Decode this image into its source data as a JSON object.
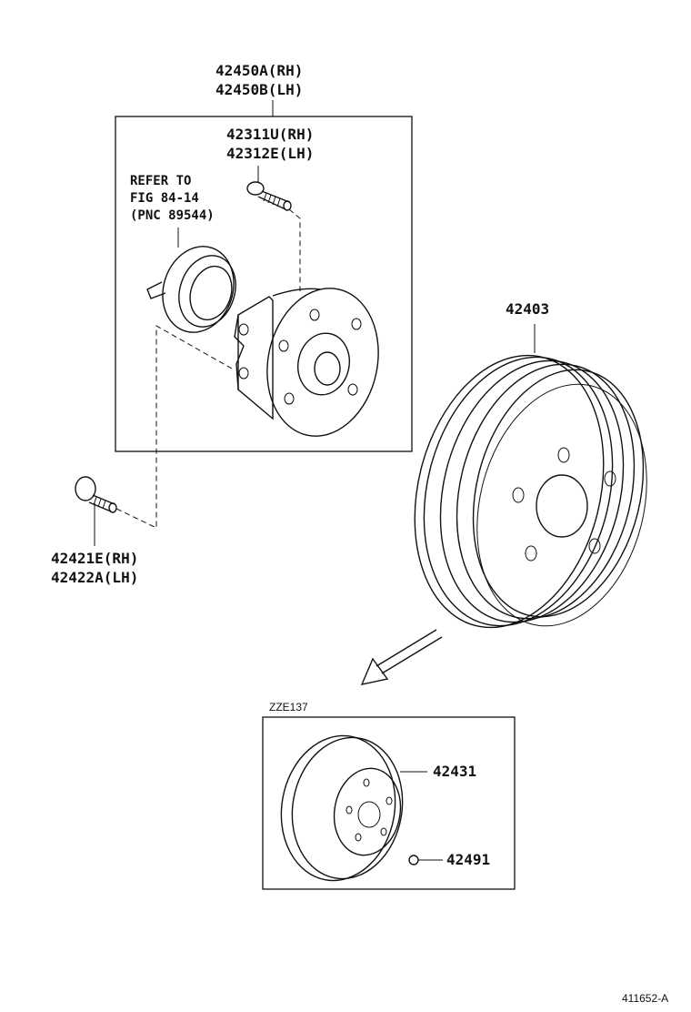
{
  "labels": {
    "hub_assembly": [
      "42450A(RH)",
      "42450B(LH)"
    ],
    "hub_bolt": [
      "42311U(RH)",
      "42312E(LH)"
    ],
    "refer_note": [
      "REFER TO",
      "FIG 84-14",
      "(PNC 89544)"
    ],
    "drum": "42403",
    "mount_bolt": [
      "42421E(RH)",
      "42422A(LH)"
    ],
    "variant": "ZZE137",
    "disc": "42431",
    "screw": "42491",
    "figure_id": "411652-A"
  }
}
